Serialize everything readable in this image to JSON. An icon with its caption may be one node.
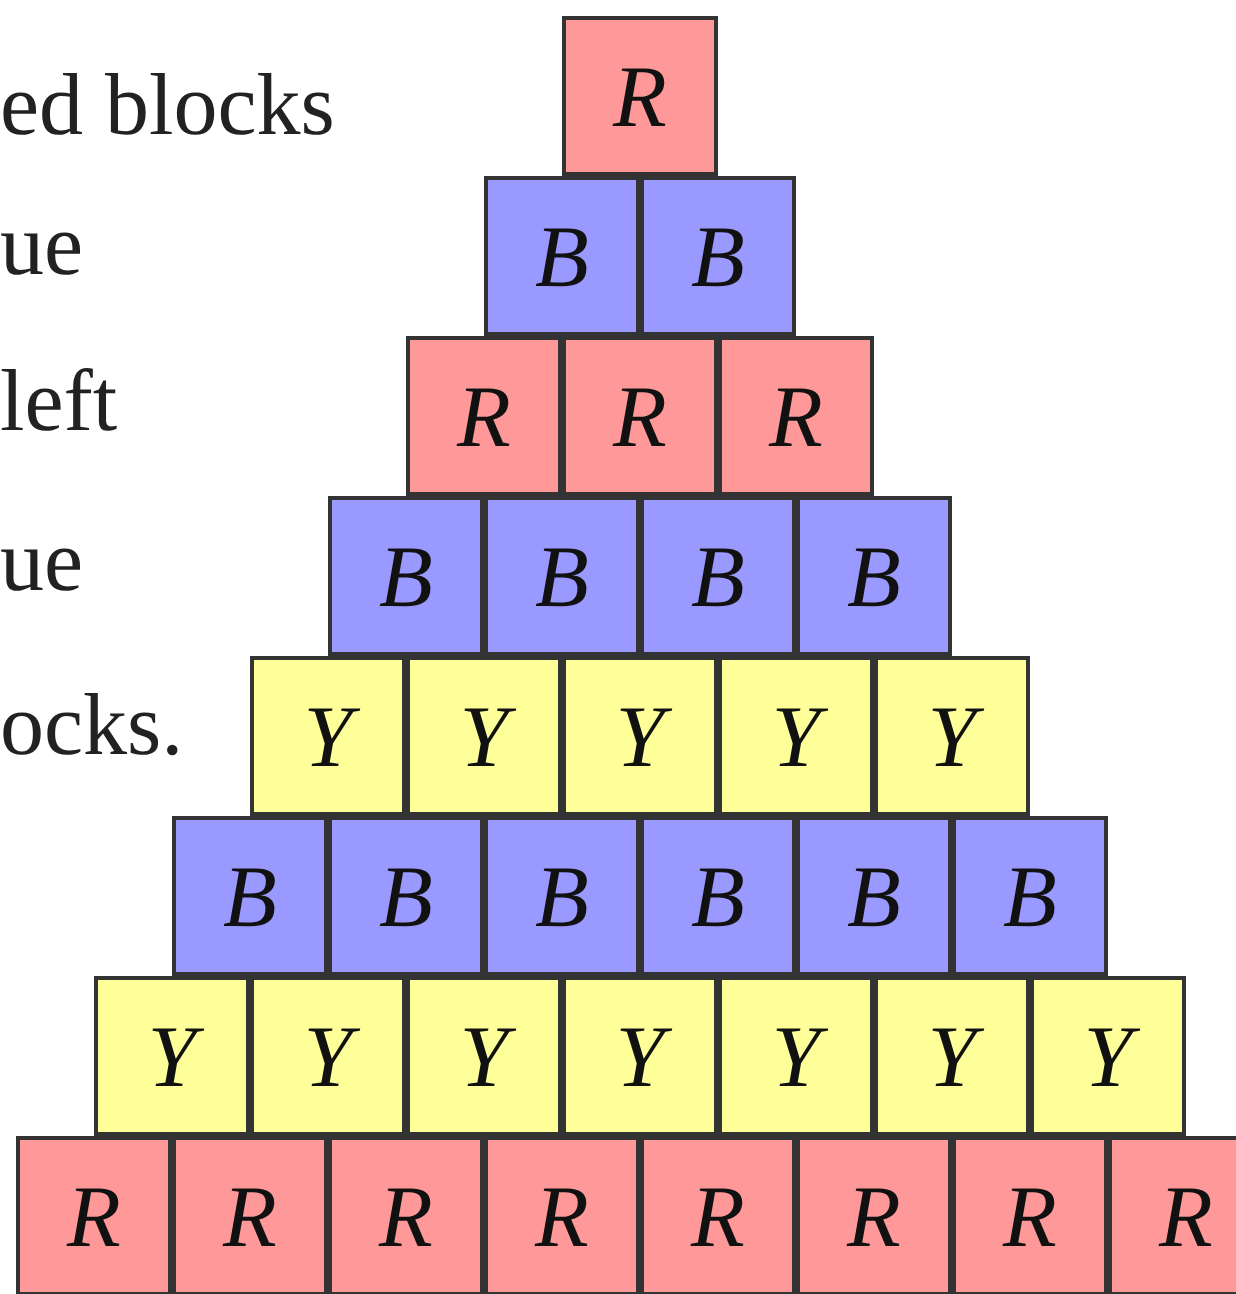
{
  "diagram": {
    "nodes": [
      {
        "text": [
          "R"
        ]
      },
      {
        "text": [
          "B"
        ]
      },
      {
        "text": [
          "B"
        ]
      },
      {
        "text": [
          "R"
        ]
      },
      {
        "text": [
          "R"
        ]
      },
      {
        "text": [
          "R"
        ]
      },
      {
        "text": [
          "B"
        ]
      },
      {
        "text": [
          "B"
        ]
      },
      {
        "text": [
          "B"
        ]
      },
      {
        "text": [
          "B"
        ]
      },
      {
        "text": [
          "Y"
        ]
      },
      {
        "text": [
          "Y"
        ]
      },
      {
        "text": [
          "Y"
        ]
      },
      {
        "text": [
          "Y"
        ]
      },
      {
        "text": [
          "Y"
        ]
      },
      {
        "text": [
          "B"
        ]
      },
      {
        "text": [
          "B"
        ]
      },
      {
        "text": [
          "B"
        ]
      },
      {
        "text": [
          "B"
        ]
      },
      {
        "text": [
          "B"
        ]
      },
      {
        "text": [
          "B"
        ]
      },
      {
        "text": [
          "Y"
        ]
      },
      {
        "text": [
          "Y"
        ]
      },
      {
        "text": [
          "Y"
        ]
      },
      {
        "text": [
          "Y"
        ]
      },
      {
        "text": [
          "Y"
        ]
      },
      {
        "text": [
          "Y"
        ]
      },
      {
        "text": [
          "Y"
        ]
      },
      {
        "text": [
          "R"
        ]
      },
      {
        "text": [
          "R"
        ]
      },
      {
        "text": [
          "R"
        ]
      },
      {
        "text": [
          "R"
        ]
      },
      {
        "text": [
          "R"
        ]
      },
      {
        "text": [
          "R"
        ]
      },
      {
        "text": [
          "R"
        ]
      },
      {
        "text": [
          "R"
        ]
      }
    ],
    "labels": [
      "ed blocks",
      "ue",
      "left",
      "ue",
      "ocks."
    ]
  }
}
